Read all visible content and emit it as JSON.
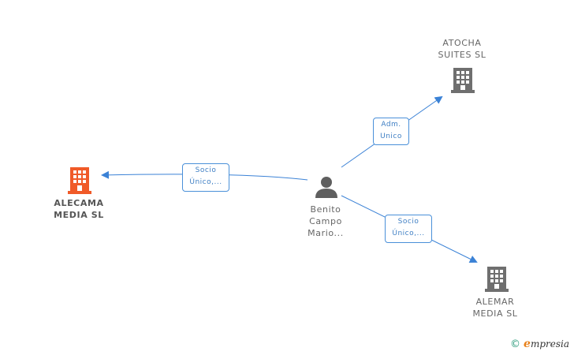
{
  "colors": {
    "edge": "#3b82d6",
    "focus_company": "#f05a28",
    "company": "#6f6f6f",
    "person": "#5f5f5f",
    "edge_label_border": "#4a90d9"
  },
  "nodes": {
    "person": {
      "label": "Benito\nCampo\nMario...",
      "icon": "person-icon"
    },
    "focus": {
      "label": "ALECAMA\nMEDIA SL",
      "icon": "building-icon"
    },
    "atocha": {
      "label": "ATOCHA\nSUITES SL",
      "icon": "building-icon"
    },
    "alemar": {
      "label": "ALEMAR\nMEDIA SL",
      "icon": "building-icon"
    }
  },
  "edges": {
    "to_focus": {
      "label": "Socio\nÚnico,..."
    },
    "to_atocha": {
      "label": "Adm.\nUnico"
    },
    "to_alemar": {
      "label": "Socio\nÚnico,..."
    }
  },
  "footer": {
    "copyright": "©",
    "brand_initial": "e",
    "brand_rest": "mpresia"
  }
}
